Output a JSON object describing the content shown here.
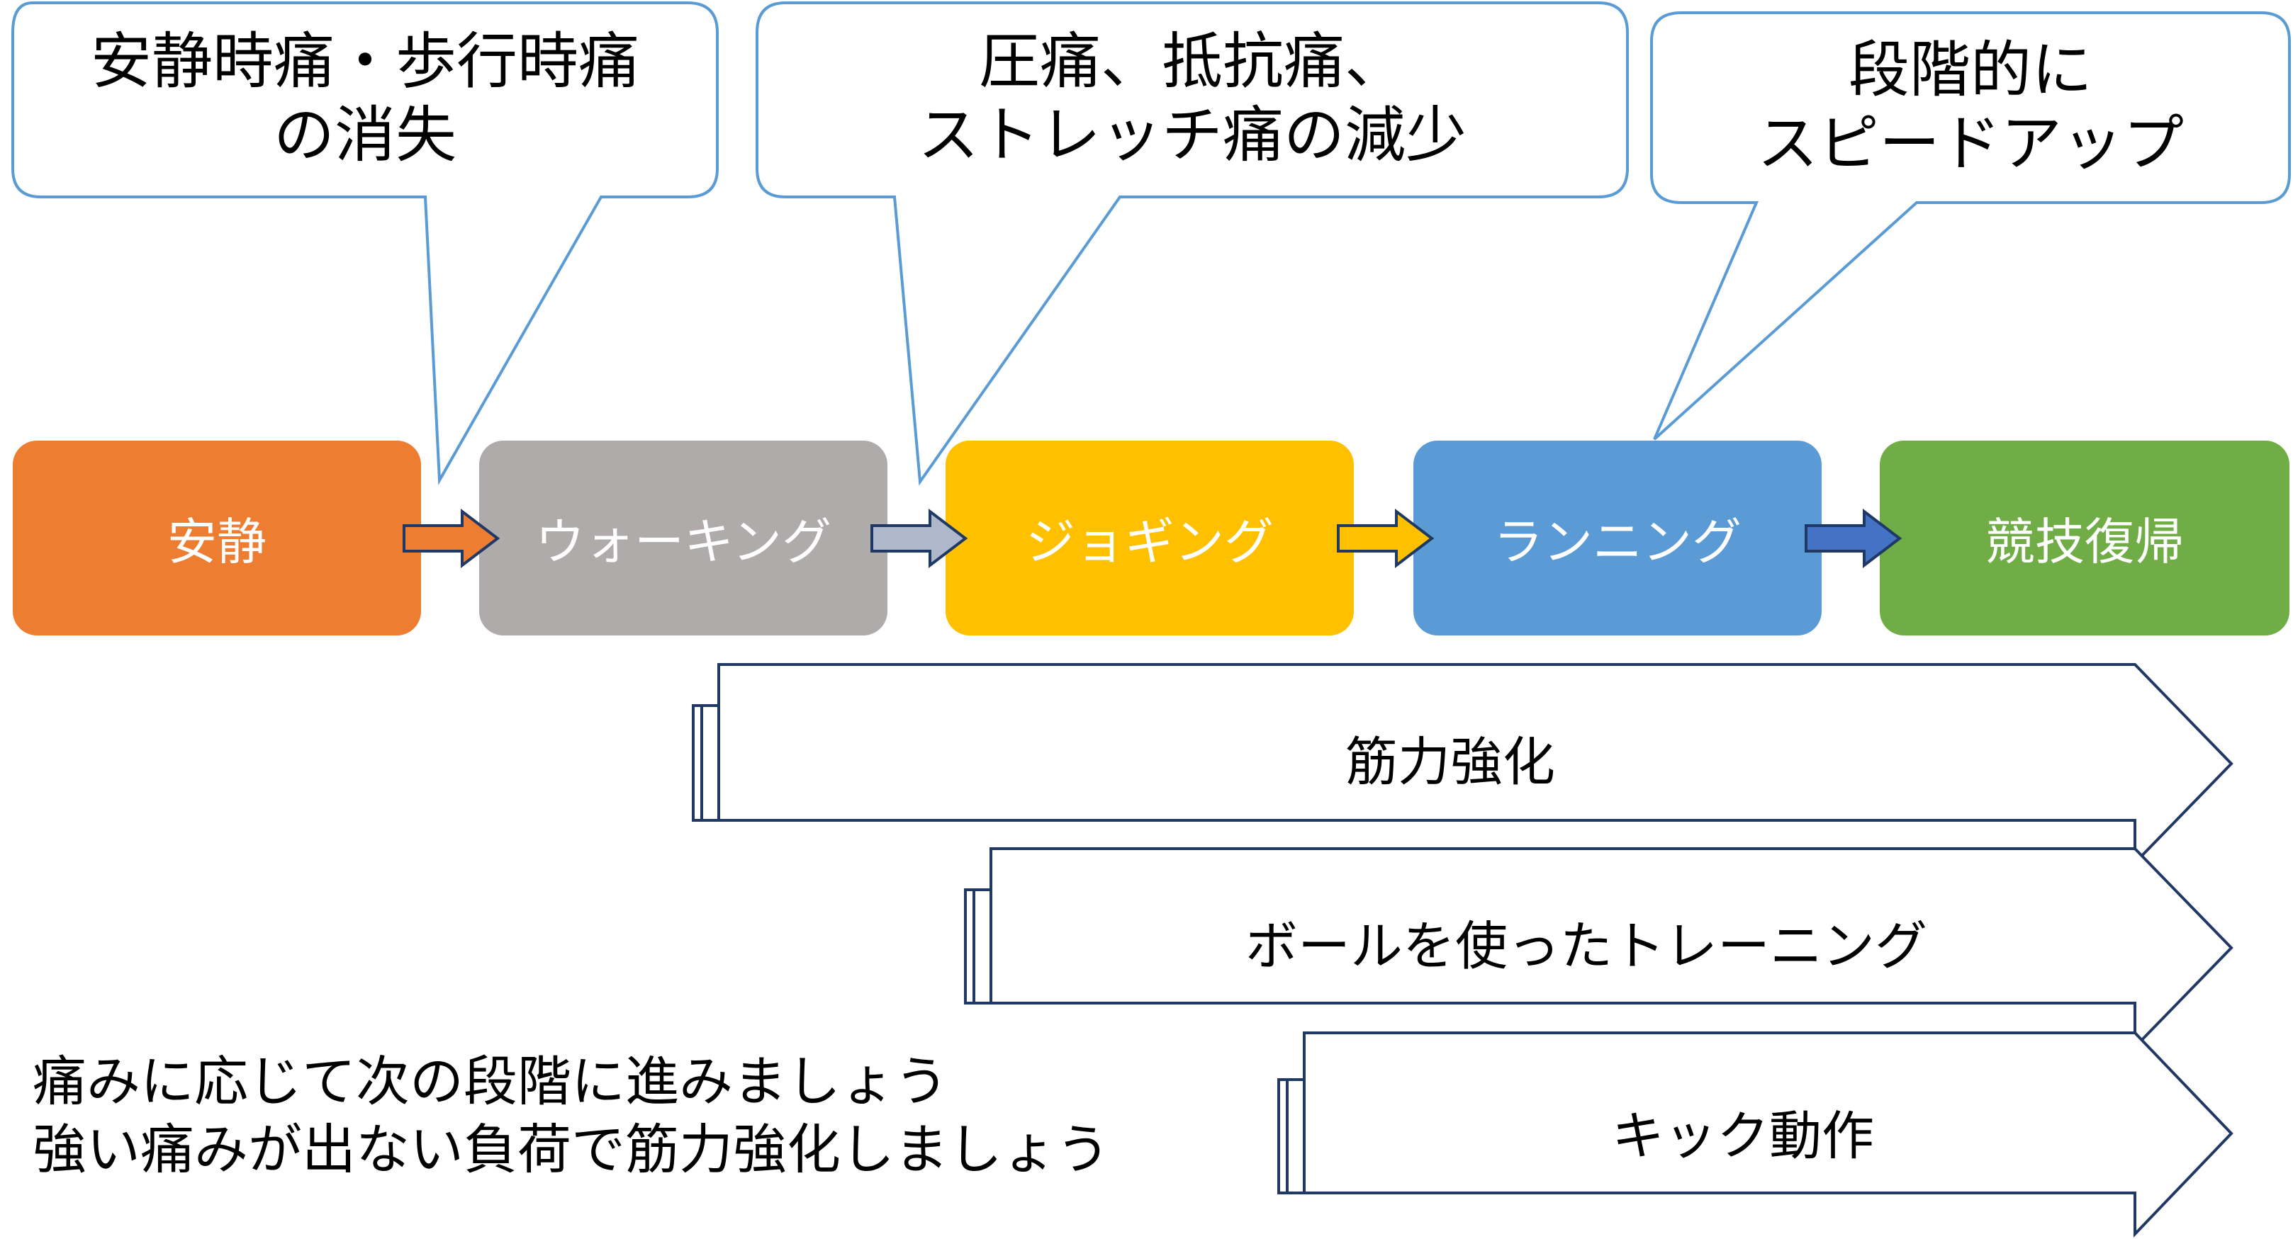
{
  "callouts": [
    {
      "line1": "安静時痛・歩行時痛",
      "line2": "の消失"
    },
    {
      "line1": "圧痛、抵抗痛、",
      "line2": "ストレッチ痛の減少"
    },
    {
      "line1": "段階的に",
      "line2": "スピードアップ"
    }
  ],
  "steps": [
    {
      "label": "安静",
      "color": "#ED7D31"
    },
    {
      "label": "ウォーキング",
      "color": "#AFABAB"
    },
    {
      "label": "ジョギング",
      "color": "#FFC000"
    },
    {
      "label": "ランニング",
      "color": "#5B9BD5"
    },
    {
      "label": "競技復帰",
      "color": "#70AD47"
    }
  ],
  "connector_colors": [
    "#ED7D31",
    "#ADB9CA",
    "#FFC000",
    "#4472C4"
  ],
  "bars": [
    {
      "label": "筋力強化"
    },
    {
      "label": "ボールを使ったトレーニング"
    },
    {
      "label": "キック動作"
    }
  ],
  "notes": {
    "line1": "痛みに応じて次の段階に進みましょう",
    "line2": "強い痛みが出ない負荷で筋力強化しましょう"
  },
  "colors": {
    "outline": "#203864",
    "callout_border": "#5B9BD5"
  }
}
